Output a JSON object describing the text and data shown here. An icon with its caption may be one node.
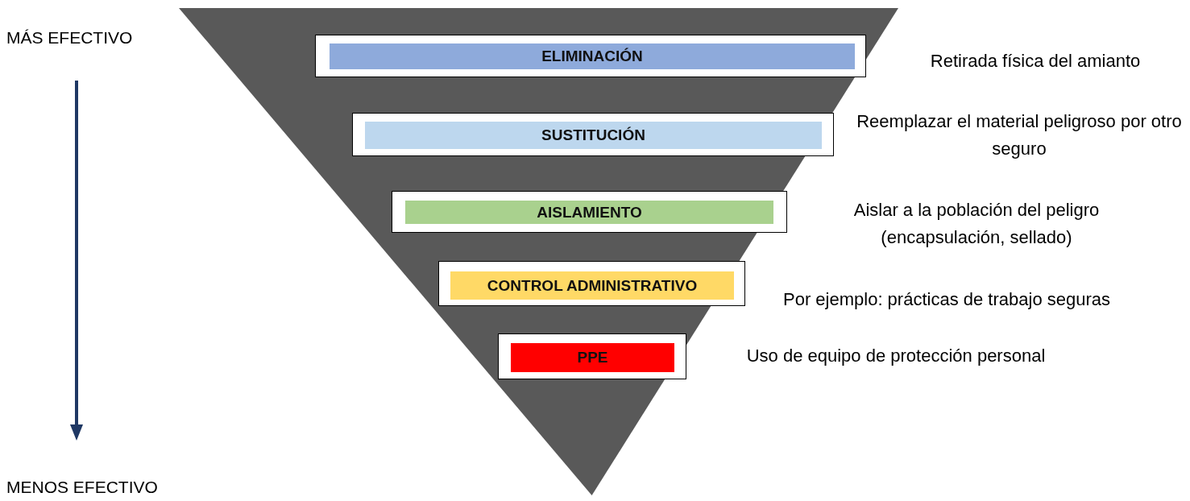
{
  "diagram": {
    "nodes": [
      {
        "text": [],
        "shape": "triangle"
      },
      {
        "text": [
          "ELIMINACIÓN"
        ],
        "in": 0,
        "beside": [
          "Retirada física del amianto"
        ]
      },
      {
        "text": [
          "SUSTITUCIÓN"
        ],
        "in": 0,
        "beside": [
          "Reemplazar el material peligroso por otro seguro"
        ]
      },
      {
        "text": [
          "AISLAMIENTO"
        ],
        "in": 0,
        "beside": [
          "Aislar a la población del peligro (encapsulación, sellado)"
        ]
      },
      {
        "text": [
          "CONTROL ADMINISTRATIVO"
        ],
        "in": 0,
        "beside": [
          "Por ejemplo: prácticas de trabajo seguras"
        ]
      },
      {
        "text": [
          "PPE"
        ],
        "in": 0,
        "beside": [
          "Uso de equipo de protección personal"
        ]
      }
    ],
    "edges": [],
    "labels": [
      "MÁS EFECTIVO",
      "MENOS EFECTIVO"
    ]
  }
}
